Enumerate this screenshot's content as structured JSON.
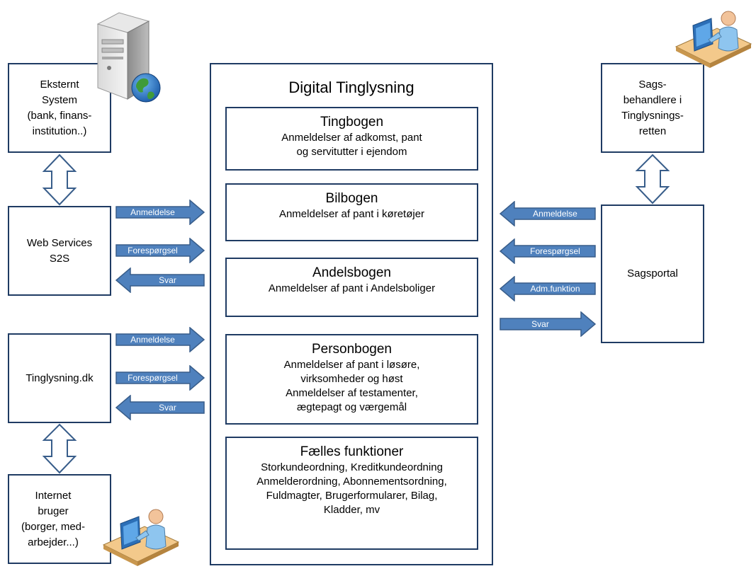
{
  "main": {
    "title": "Digital Tinglysning",
    "registers": [
      {
        "title": "Tingbogen",
        "desc": "Anmeldelser af adkomst, pant\nog servitutter i ejendom"
      },
      {
        "title": "Bilbogen",
        "desc": "Anmeldelser af pant i køretøjer"
      },
      {
        "title": "Andelsbogen",
        "desc": "Anmeldelser af pant i Andelsboliger"
      },
      {
        "title": "Personbogen",
        "desc": "Anmeldelser af pant i  løsøre,\nvirksomheder og høst\nAnmeldelser af testamenter,\nægtepagt og værgemål"
      },
      {
        "title": "Fælles funktioner",
        "desc": "Storkundeordning, Kreditkundeordning\nAnmelderordning, Abonnementsordning,\nFuldmagter, Brugerformularer, Bilag,\nKladder, mv"
      }
    ]
  },
  "left": {
    "external_system": "Eksternt\nSystem\n(bank, finans-\ninstitution..)",
    "web_services": "Web Services\nS2S",
    "tinglysning": "Tinglysning.dk",
    "internet_user": "Internet\nbruger\n(borger, med-\narbejder...)"
  },
  "right": {
    "caseworkers": "Sags-\nbehandlere i\nTinglysnings-\nretten",
    "case_portal": "Sagsportal"
  },
  "arrows": {
    "ws_anmeldelse": "Anmeldelse",
    "ws_forespoergsel": "Forespørgsel",
    "ws_svar": "Svar",
    "tl_anmeldelse": "Anmeldelse",
    "tl_forespoergsel": "Forespørgsel",
    "tl_svar": "Svar",
    "sp_anmeldelse": "Anmeldelse",
    "sp_forespoergsel": "Forespørgsel",
    "sp_adm": "Adm.funktion",
    "sp_svar": "Svar"
  },
  "colors": {
    "arrow_fill": "#4f81bd",
    "arrow_stroke": "#385d8a",
    "box_border": "#1f3b63"
  },
  "icons": [
    "server-globe-icon",
    "person-at-computer-icon"
  ]
}
